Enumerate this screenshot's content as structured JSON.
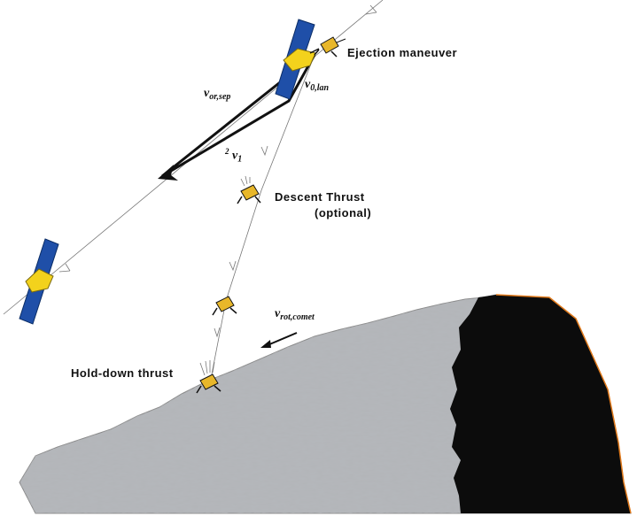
{
  "labels": {
    "ejection": "Ejection maneuver",
    "descent": "Descent Thrust",
    "descent_opt": "(optional)",
    "holddown": "Hold-down thrust"
  },
  "vectors": {
    "v_or_sep": {
      "sym": "v",
      "sub": "or,sep"
    },
    "v_0_lan": {
      "sym": "v",
      "sub": "0,lan"
    },
    "v_1": {
      "pre": "2",
      "sym": "v",
      "sub": "1"
    },
    "v_rot": {
      "sym": "v",
      "sub": "rot,comet"
    }
  },
  "colors": {
    "panel": "#1f4fa8",
    "body": "#f3d21c",
    "lander": "#e8b72a",
    "comet_dark": "#0c0c0c",
    "comet_edge": "#e07a1c",
    "surface_light": "#b8babd",
    "surface_dark": "#6f7276"
  }
}
